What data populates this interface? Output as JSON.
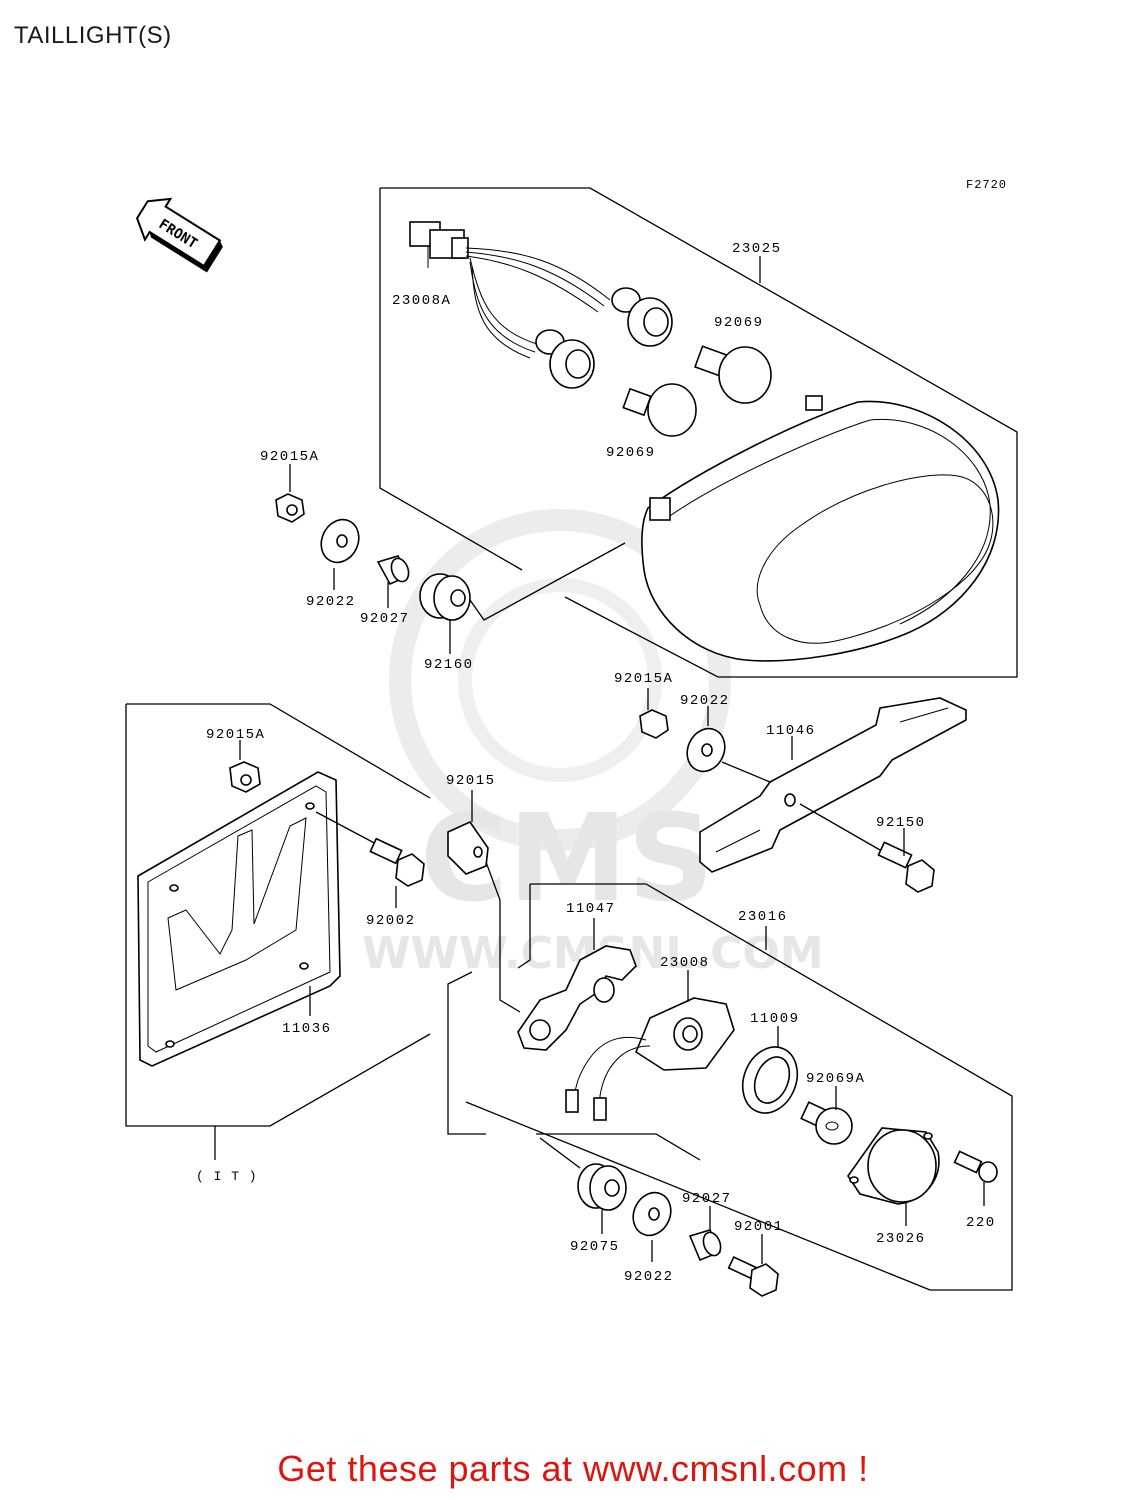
{
  "title": "TAILLIGHT(S)",
  "figure_code": "F2720",
  "front_label": "FRONT",
  "group_note": "( I T )",
  "promo": "Get these parts at www.cmsnl.com !",
  "watermark": {
    "brand": "CMS",
    "url": "WWW.CMSNL.COM"
  },
  "colors": {
    "promo": "#e0140f",
    "line": "#000000",
    "watermark": "#e6e6e6"
  },
  "parts": {
    "p23025": "23025",
    "p23008A": "23008A",
    "p92069_top": "92069",
    "p92069_bottom": "92069",
    "p92015A_top": "92015A",
    "p92022_top": "92022",
    "p92027_top": "92027",
    "p92160": "92160",
    "p92015A_mid": "92015A",
    "p92022_mid": "92022",
    "p11046": "11046",
    "p92150": "92150",
    "p92015A_left": "92015A",
    "p92015": "92015",
    "p92002": "92002",
    "p11036": "11036",
    "p11047": "11047",
    "p23016": "23016",
    "p23008": "23008",
    "p11009": "11009",
    "p92069A": "92069A",
    "p23026": "23026",
    "p220": "220",
    "p92075": "92075",
    "p92027_bottom": "92027",
    "p92001": "92001",
    "p92022_bottom": "92022"
  }
}
